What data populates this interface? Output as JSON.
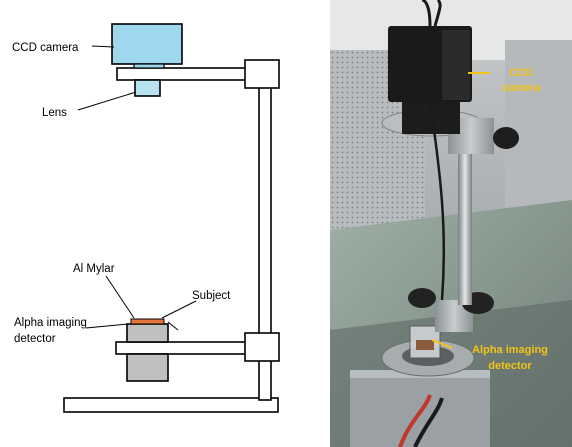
{
  "diagram": {
    "labels": {
      "ccd_camera": "CCD camera",
      "lens": "Lens",
      "al_mylar": "Al Mylar",
      "subject": "Subject",
      "alpha_line1": "Alpha imaging",
      "alpha_line2": "detector"
    },
    "colors": {
      "camera": "#9fd7ee",
      "lens": "#b7e3f4",
      "detector": "#c0c0c0",
      "subject": "#e3743a",
      "outline": "#000000"
    }
  },
  "photo": {
    "labels": {
      "ccd_line1": "CCD",
      "ccd_line2": "camera",
      "alpha_line1": "Alpha imaging",
      "alpha_line2": "detector"
    },
    "colors": {
      "label": "#f2c416"
    }
  }
}
